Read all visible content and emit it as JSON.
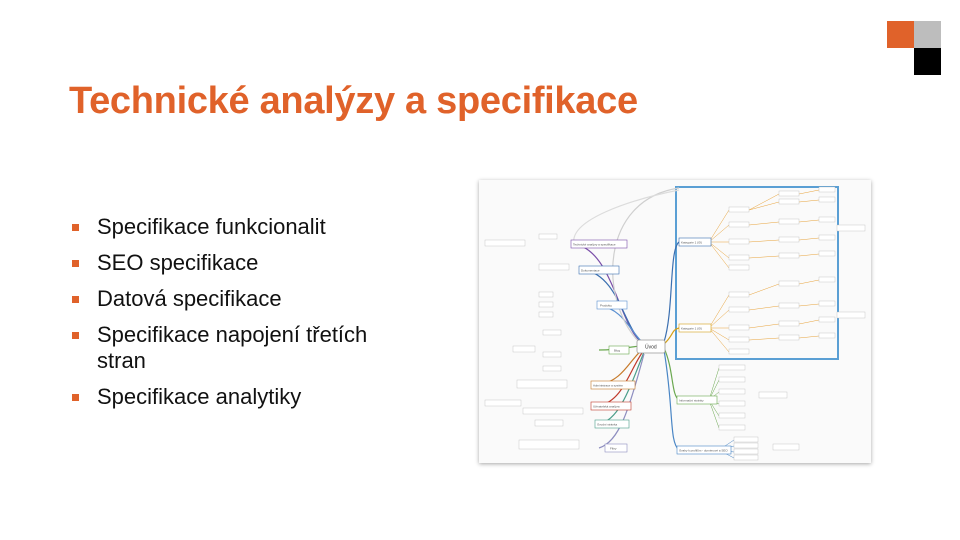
{
  "slide": {
    "title": "Technické analýzy a specifikace",
    "bullets": [
      "Specifikace funkcionalit",
      "SEO specifikace",
      "Datová specifikace",
      "Specifikace napojení třetích stran",
      "Specifikace analytiky"
    ]
  },
  "mindmap": {
    "center_label": "Úvod",
    "left_nodes": [
      "Technické analýzy a specifikace",
      "Dokumentace",
      "Produkty",
      "Blog",
      "Administrace a systém",
      "Uživatelská analýza",
      "Úvodní stránka",
      "Filtry"
    ],
    "right_nodes": [
      "Kategorie 1 (Úl)",
      "Kategorie 1 (Úl)",
      "Informační stránky",
      "Úvahy k profilům - doménové a SEO"
    ]
  },
  "colors": {
    "accent": "#e0622a",
    "square_gray": "#bdbdbd",
    "square_black": "#000000",
    "highlight_box": "#5a9fd4"
  }
}
